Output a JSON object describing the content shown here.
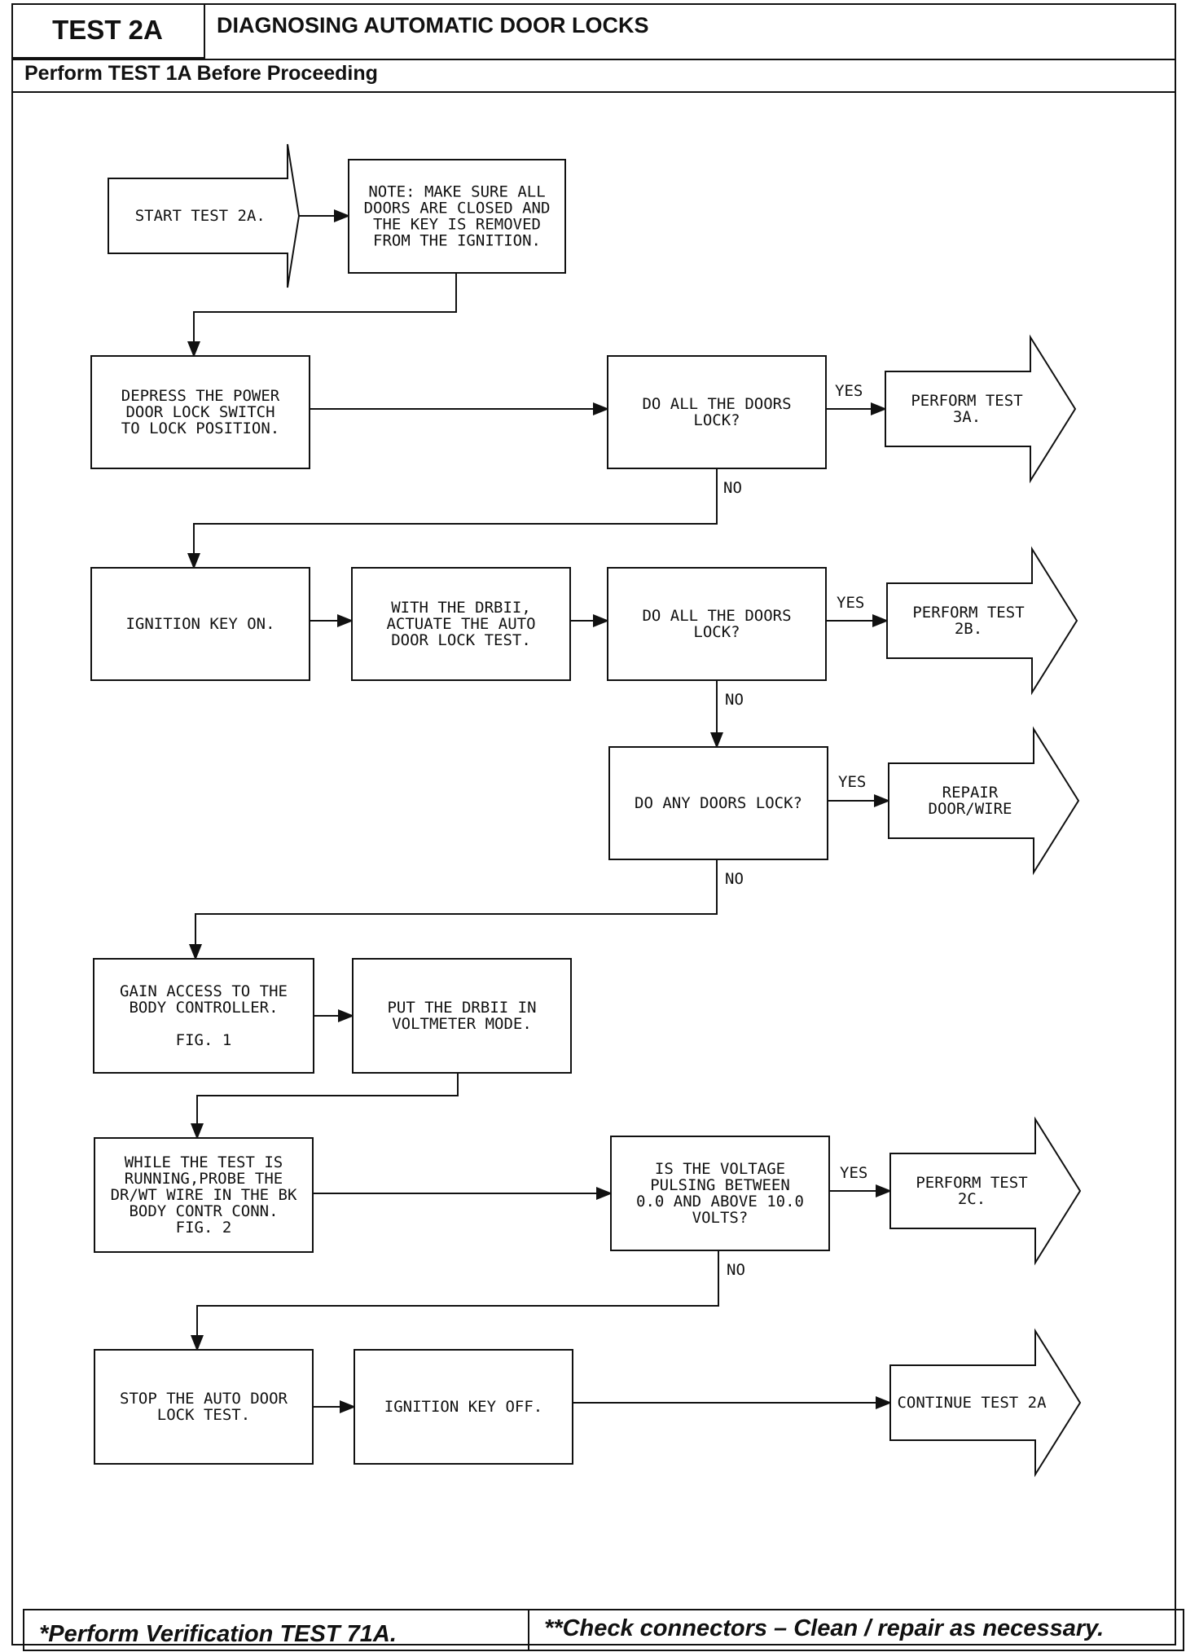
{
  "header": {
    "test_id": "TEST 2A",
    "title": "DIAGNOSING AUTOMATIC DOOR LOCKS",
    "subtitle": "Perform TEST 1A Before Proceeding"
  },
  "footer": {
    "left": "*Perform Verification TEST 71A.",
    "right": "**Check connectors – Clean / repair as necessary."
  },
  "flow": {
    "start": [
      "START TEST 2A."
    ],
    "note": [
      "NOTE: MAKE SURE ALL",
      "DOORS ARE CLOSED AND",
      "THE KEY IS REMOVED",
      "FROM THE IGNITION."
    ],
    "depress": [
      "DEPRESS THE POWER",
      "DOOR LOCK SWITCH",
      "TO LOCK POSITION."
    ],
    "q1": [
      "DO ALL THE DOORS",
      "LOCK?"
    ],
    "res1": [
      "PERFORM TEST",
      "3A."
    ],
    "ign_on": [
      "IGNITION KEY ON."
    ],
    "drb_auto": [
      "WITH THE DRBII,",
      "ACTUATE THE AUTO",
      "DOOR LOCK TEST."
    ],
    "q2": [
      "DO ALL THE DOORS",
      "LOCK?"
    ],
    "res2": [
      "PERFORM TEST",
      "2B."
    ],
    "q3": [
      "DO ANY DOORS LOCK?"
    ],
    "res3": [
      "REPAIR",
      "DOOR/WIRE"
    ],
    "gain_access": [
      "GAIN ACCESS TO THE",
      "BODY CONTROLLER.",
      "",
      "FIG. 1"
    ],
    "voltmeter": [
      "PUT THE DRBII IN",
      "VOLTMETER MODE."
    ],
    "probe": [
      "WHILE THE TEST IS",
      "RUNNING,PROBE THE",
      "DR/WT WIRE IN THE BK",
      "BODY CONTR CONN.",
      "FIG. 2"
    ],
    "q4": [
      "IS THE VOLTAGE",
      "PULSING BETWEEN",
      "0.0 AND ABOVE 10.0",
      "VOLTS?"
    ],
    "res4": [
      "PERFORM TEST",
      "2C."
    ],
    "stop": [
      "STOP THE AUTO DOOR",
      "LOCK TEST."
    ],
    "ign_off": [
      "IGNITION KEY OFF."
    ],
    "res5": [
      "CONTINUE TEST 2A"
    ],
    "yes_label": "YES",
    "no_label": "NO"
  }
}
